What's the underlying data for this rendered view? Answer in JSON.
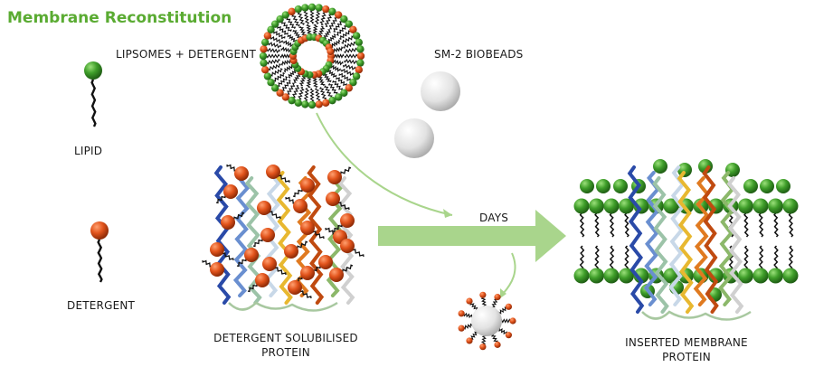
{
  "title": "Membrane Reconstitution",
  "labels": {
    "lipid": "LIPID",
    "detergent": "DETERGENT",
    "liposomes": "LIPSOMES + DETERGENT",
    "biobeads": "SM-2 BIOBEADS",
    "days": "DAYS",
    "solubilised_line1": "DETERGENT SOLUBILISED",
    "solubilised_line2": "PROTEIN",
    "inserted_line1": "INSERTED MEMBRANE",
    "inserted_line2": "PROTEIN"
  },
  "colors": {
    "title": "#5aab32",
    "lipid_head": "#3f9e2a",
    "detergent_head": "#e2541c",
    "arrow": "#a9d58c",
    "bead": "#e6e6e6"
  }
}
